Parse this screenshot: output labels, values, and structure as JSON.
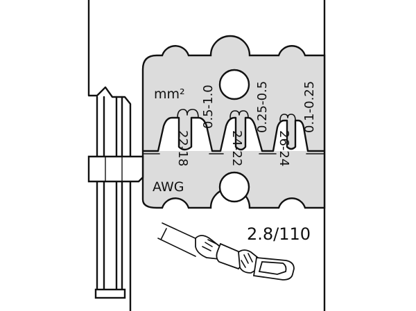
{
  "colors": {
    "line": "#111111",
    "die_fill": "#dcdcdc",
    "background": "#ffffff"
  },
  "labels": {
    "unit_mm2": "mm²",
    "unit_awg": "AWG",
    "terminal_size": "2.8/110"
  },
  "cavities": [
    {
      "mm2": "0.5-1.0",
      "awg": "22-18"
    },
    {
      "mm2": "0.25-0.5",
      "awg": "24-22"
    },
    {
      "mm2": "0.1-0.25",
      "awg": "26-24"
    }
  ]
}
